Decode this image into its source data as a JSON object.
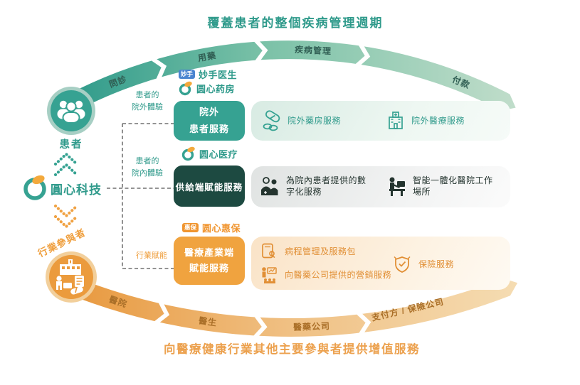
{
  "top_title": "覆蓋患者的整個疾病管理週期",
  "bottom_title": "向醫療健康行業其他主要參與者提供增值服務",
  "top_arc": {
    "segments": [
      "問診",
      "用藥",
      "疾病管理",
      "付款"
    ]
  },
  "bottom_arc": {
    "segments": [
      "醫院",
      "醫生",
      "醫藥公司",
      "支付方 / 保險公司"
    ]
  },
  "left_column": {
    "patients_label": "患者",
    "company_name": "圓心科技",
    "industry_label": "行業參與者"
  },
  "bracket": {
    "outside_experience": "患者的\n院外體驗",
    "inside_experience": "患者的\n院內體驗",
    "industry_enablement": "行業賦能"
  },
  "rows": [
    {
      "brands": [
        {
          "badge": "妙手",
          "name": "妙手医生"
        },
        {
          "name": "圆心药房"
        }
      ],
      "box_text": "院外\n患者服務",
      "items": [
        {
          "icon": "pill-icon",
          "label": "院外藥房服務"
        },
        {
          "icon": "hospital-icon",
          "label": "院外醫療服務"
        }
      ]
    },
    {
      "brands": [
        {
          "name": "圆心医疗"
        }
      ],
      "box_text": "供給端賦能服務",
      "items": [
        {
          "icon": "doctors-icon",
          "label": "為院內患者提供的數字化服務"
        },
        {
          "icon": "workstation-icon",
          "label": "智能一體化醫院工作場所"
        }
      ]
    },
    {
      "brands": [
        {
          "badge": "惠保",
          "name": "圆心惠保"
        }
      ],
      "box_text": "醫療產業端\n賦能服務",
      "items": [
        {
          "icon": "tablet-icon",
          "label": "病程管理及服務包"
        },
        {
          "icon": "presenter-icon",
          "label": "向醫藥公司提供的營銷服務"
        },
        {
          "icon": "shield-icon",
          "label": "保險服務"
        }
      ]
    }
  ],
  "colors": {
    "teal": "#36a292",
    "teal_dark": "#1d4a41",
    "teal_text": "#2f9a8b",
    "orange": "#f0a33f",
    "orange_text": "#eca14e"
  }
}
